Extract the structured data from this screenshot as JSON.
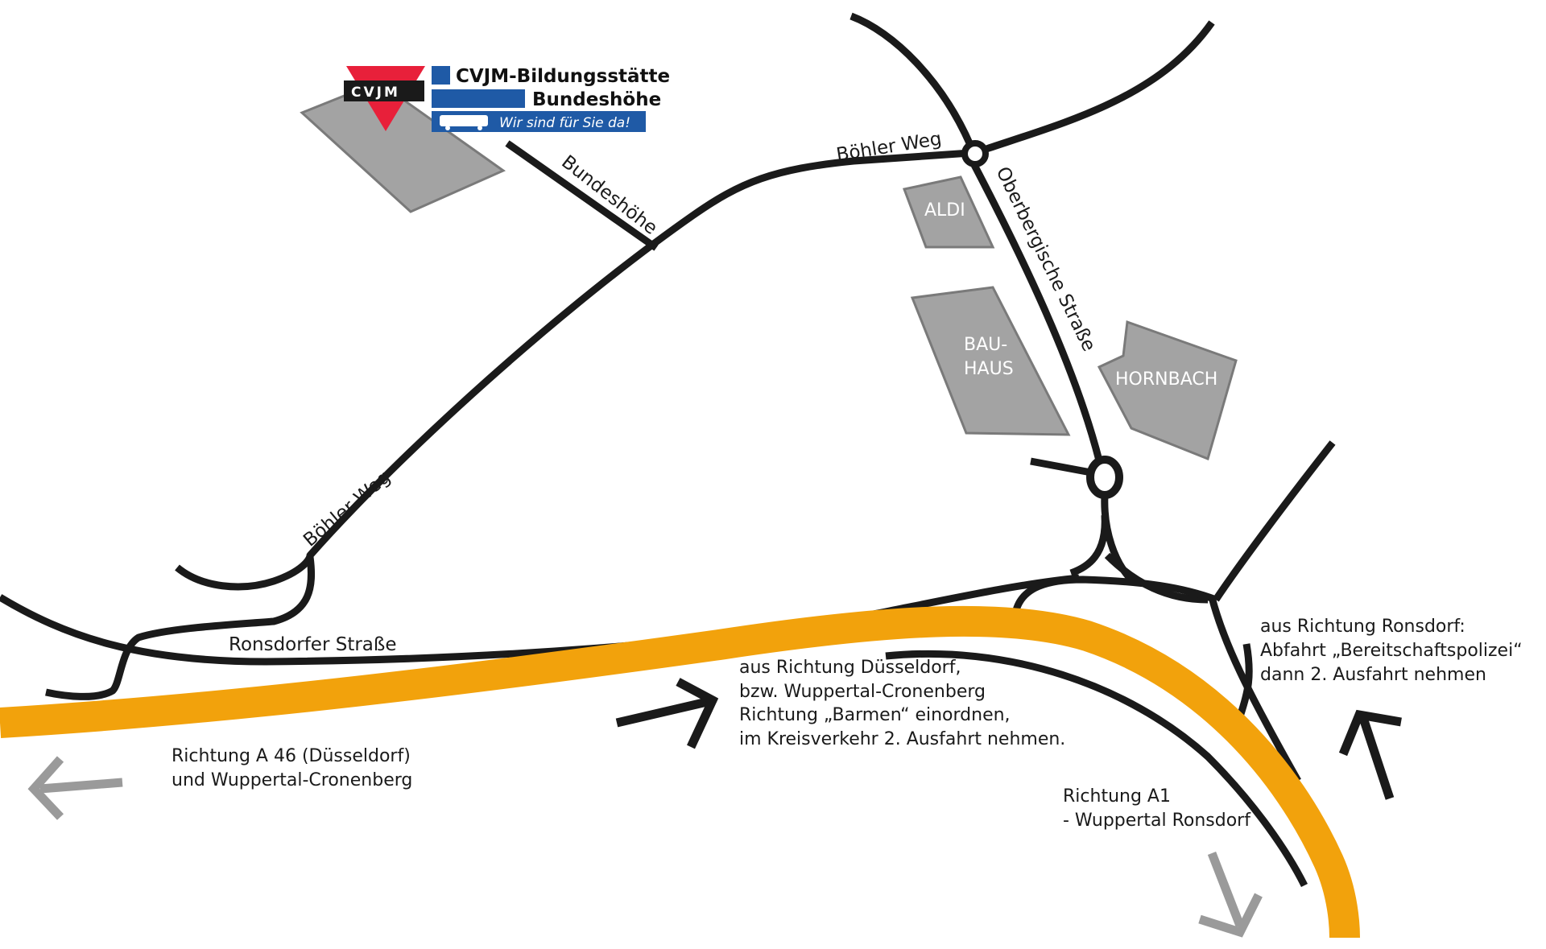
{
  "logo": {
    "mark": "CVJM",
    "line1": "CVJM-Bildungsstätte",
    "line2": "Bundeshöhe",
    "slogan": "Wir sind für Sie da!",
    "colors": {
      "red": "#e8203a",
      "blue": "#1f5aa6",
      "black": "#1a1a1a"
    }
  },
  "roads": {
    "boehler_weg_top": "Böhler Weg",
    "boehler_weg_left": "Böhler Weg",
    "bundeshoehe": "Bundeshöhe",
    "oberbergische": "Oberbergische Straße",
    "ronsdorfer": "Ronsdorfer Straße"
  },
  "buildings": {
    "aldi": "ALDI",
    "bauhaus_1": "BAU-",
    "bauhaus_2": "HAUS",
    "hornbach": "HORNBACH"
  },
  "directions": {
    "duesseldorf_in": [
      "aus Richtung Düsseldorf,",
      "bzw. Wuppertal-Cronenberg",
      "Richtung „Barmen“ einordnen,",
      "im Kreisverkehr 2. Ausfahrt nehmen."
    ],
    "ronsdorf_in": [
      "aus Richtung Ronsdorf:",
      "Abfahrt „Bereitschaftspolizei“",
      "dann 2. Ausfahrt nehmen"
    ],
    "a46_out": [
      "Richtung A 46 (Düsseldorf)",
      "und Wuppertal-Cronenberg"
    ],
    "a1_out": [
      "Richtung A1",
      "- Wuppertal Ronsdorf"
    ]
  },
  "colors": {
    "highway": "#f2a20c",
    "road": "#1a1a1a",
    "building": "#a3a3a3",
    "arrow_in": "#1a1a1a",
    "arrow_out": "#9a9a9a"
  },
  "icons": {
    "arrow_in": "arrow-right-icon",
    "arrow_out": "arrow-left-icon"
  }
}
